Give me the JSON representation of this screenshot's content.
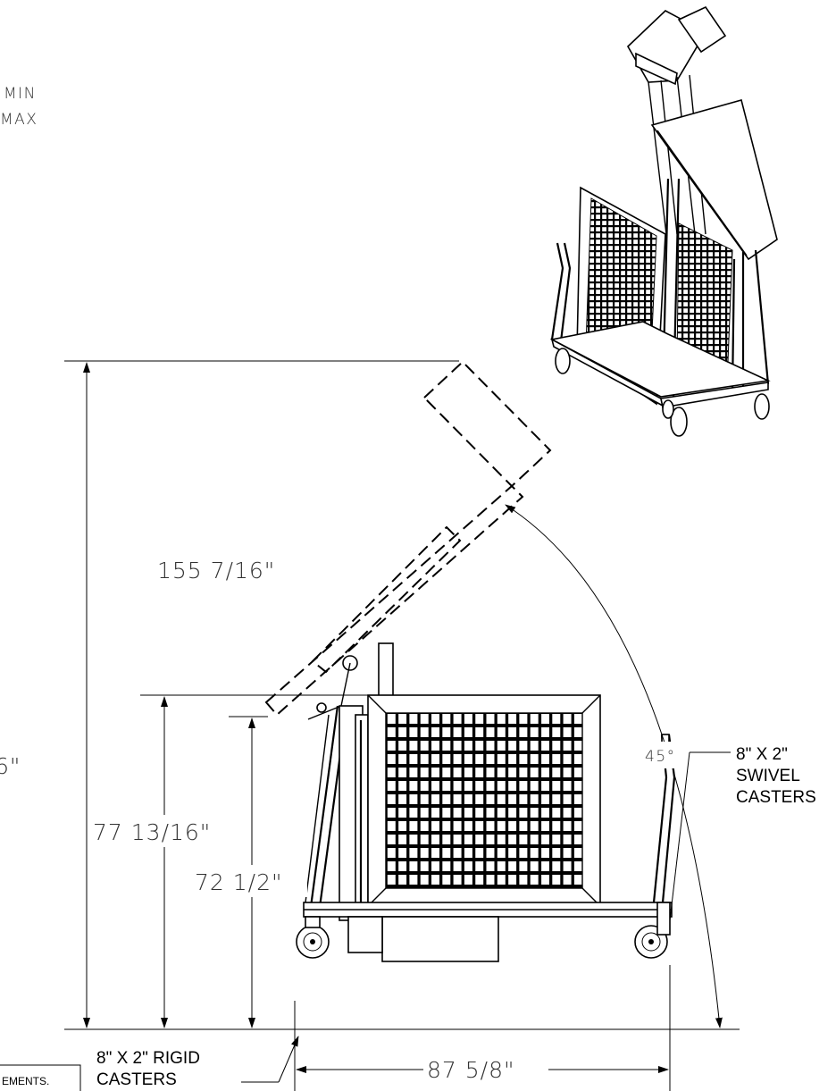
{
  "legend": {
    "min": "MIN",
    "max": "MAX"
  },
  "dimensions": {
    "max_height": "155 7/16\"",
    "height_a": "77 13/16\"",
    "height_b": "72 1/2\"",
    "partial_left": "6\"",
    "length": "87 5/8\"",
    "angle": "45°"
  },
  "callouts": {
    "swivel": [
      "8\" X 2\"",
      "SWIVEL",
      "CASTERS"
    ],
    "rigid": [
      "8\" X 2\" RIGID",
      "CASTERS"
    ]
  },
  "notes": {
    "partial": "EMENTS."
  }
}
